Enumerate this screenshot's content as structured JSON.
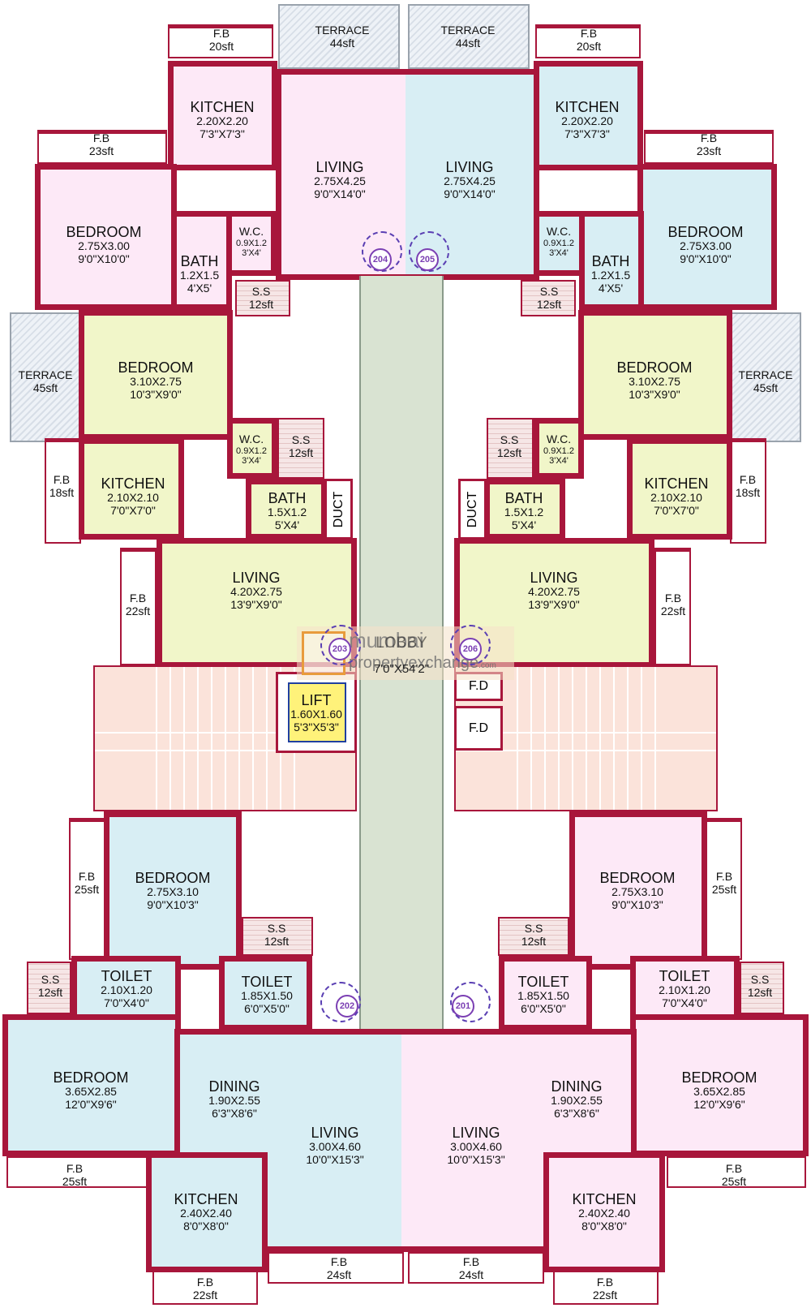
{
  "colors": {
    "wall": "#a8163b",
    "pink": "#fde9f7",
    "blue": "#d8eef4",
    "yellow": "#f1f6c9",
    "lobby": "#d9e3d2",
    "stair": "#fbe3da",
    "lift": "#fff27a",
    "flat_tag": "#7b3fb3"
  },
  "flats": [
    "204",
    "205",
    "203",
    "206",
    "202",
    "201"
  ],
  "rooms": [
    {
      "name": "KITCHEN",
      "dim_m": "2.20X2.20",
      "dim_ft": "7'3\"X7'3\""
    },
    {
      "name": "LIVING",
      "dim_m": "2.75X4.25",
      "dim_ft": "9'0\"X14'0\""
    },
    {
      "name": "BEDROOM",
      "dim_m": "2.75X3.00",
      "dim_ft": "9'0\"X10'0\""
    },
    {
      "name": "BATH",
      "dim_m": "1.2X1.5",
      "dim_ft": "4'X5'"
    },
    {
      "name": "W.C.",
      "dim_m": "0.9X1.2",
      "dim_ft": "3'X4'"
    },
    {
      "name": "KITCHEN",
      "dim_m": "2.20X2.20",
      "dim_ft": "7'3\"X7'3\""
    },
    {
      "name": "LIVING",
      "dim_m": "2.75X4.25",
      "dim_ft": "9'0\"X14'0\""
    },
    {
      "name": "BEDROOM",
      "dim_m": "2.75X3.00",
      "dim_ft": "9'0\"X10'0\""
    },
    {
      "name": "BATH",
      "dim_m": "1.2X1.5",
      "dim_ft": "4'X5'"
    },
    {
      "name": "W.C.",
      "dim_m": "0.9X1.2",
      "dim_ft": "3'X4'"
    },
    {
      "name": "BEDROOM",
      "dim_m": "3.10X2.75",
      "dim_ft": "10'3\"X9'0\""
    },
    {
      "name": "W.C.",
      "dim_m": "0.9X1.2",
      "dim_ft": "3'X4'"
    },
    {
      "name": "KITCHEN",
      "dim_m": "2.10X2.10",
      "dim_ft": "7'0\"X7'0\""
    },
    {
      "name": "BATH",
      "dim_m": "1.5X1.2",
      "dim_ft": "5'X4'"
    },
    {
      "name": "LIVING",
      "dim_m": "4.20X2.75",
      "dim_ft": "13'9\"X9'0\""
    },
    {
      "name": "BEDROOM",
      "dim_m": "3.10X2.75",
      "dim_ft": "10'3\"X9'0\""
    },
    {
      "name": "W.C.",
      "dim_m": "0.9X1.2",
      "dim_ft": "3'X4'"
    },
    {
      "name": "KITCHEN",
      "dim_m": "2.10X2.10",
      "dim_ft": "7'0\"X7'0\""
    },
    {
      "name": "BATH",
      "dim_m": "1.5X1.2",
      "dim_ft": "5'X4'"
    },
    {
      "name": "LIVING",
      "dim_m": "4.20X2.75",
      "dim_ft": "13'9\"X9'0\""
    },
    {
      "name": "BEDROOM",
      "dim_m": "2.75X3.10",
      "dim_ft": "9'0\"X10'3\""
    },
    {
      "name": "TOILET",
      "dim_m": "2.10X1.20",
      "dim_ft": "7'0\"X4'0\""
    },
    {
      "name": "TOILET",
      "dim_m": "1.85X1.50",
      "dim_ft": "6'0\"X5'0\""
    },
    {
      "name": "BEDROOM",
      "dim_m": "3.65X2.85",
      "dim_ft": "12'0\"X9'6\""
    },
    {
      "name": "DINING",
      "dim_m": "1.90X2.55",
      "dim_ft": "6'3\"X8'6\""
    },
    {
      "name": "LIVING",
      "dim_m": "3.00X4.60",
      "dim_ft": "10'0\"X15'3\""
    },
    {
      "name": "KITCHEN",
      "dim_m": "2.40X2.40",
      "dim_ft": "8'0\"X8'0\""
    },
    {
      "name": "BEDROOM",
      "dim_m": "2.75X3.10",
      "dim_ft": "9'0\"X10'3\""
    },
    {
      "name": "TOILET",
      "dim_m": "1.85X1.50",
      "dim_ft": "6'0\"X5'0\""
    },
    {
      "name": "TOILET",
      "dim_m": "2.10X1.20",
      "dim_ft": "7'0\"X4'0\""
    },
    {
      "name": "DINING",
      "dim_m": "1.90X2.55",
      "dim_ft": "6'3\"X8'6\""
    },
    {
      "name": "BEDROOM",
      "dim_m": "3.65X2.85",
      "dim_ft": "12'0\"X9'6\""
    },
    {
      "name": "LIVING",
      "dim_m": "3.00X4.60",
      "dim_ft": "10'0\"X15'3\""
    },
    {
      "name": "KITCHEN",
      "dim_m": "2.40X2.40",
      "dim_ft": "8'0\"X8'0\""
    }
  ],
  "small": [
    {
      "name": "F.B",
      "area": "20sft"
    },
    {
      "name": "TERRACE",
      "area": "44sft"
    },
    {
      "name": "TERRACE",
      "area": "44sft"
    },
    {
      "name": "F.B",
      "area": "20sft"
    },
    {
      "name": "F.B",
      "area": "23sft"
    },
    {
      "name": "F.B",
      "area": "23sft"
    },
    {
      "name": "S.S",
      "area": "12sft"
    },
    {
      "name": "S.S",
      "area": "12sft"
    },
    {
      "name": "TERRACE",
      "area": "45sft"
    },
    {
      "name": "TERRACE",
      "area": "45sft"
    },
    {
      "name": "S.S",
      "area": "12sft"
    },
    {
      "name": "S.S",
      "area": "12sft"
    },
    {
      "name": "F.B",
      "area": "18sft"
    },
    {
      "name": "F.B",
      "area": "18sft"
    },
    {
      "name": "F.B",
      "area": "22sft"
    },
    {
      "name": "F.B",
      "area": "22sft"
    },
    {
      "name": "F.B",
      "area": "25sft"
    },
    {
      "name": "F.B",
      "area": "25sft"
    },
    {
      "name": "S.S",
      "area": "12sft"
    },
    {
      "name": "S.S",
      "area": "12sft"
    },
    {
      "name": "S.S",
      "area": "12sft"
    },
    {
      "name": "S.S",
      "area": "12sft"
    },
    {
      "name": "F.B",
      "area": "25sft"
    },
    {
      "name": "F.B",
      "area": "25sft"
    },
    {
      "name": "F.B",
      "area": "24sft"
    },
    {
      "name": "F.B",
      "area": "24sft"
    },
    {
      "name": "F.B",
      "area": "22sft"
    },
    {
      "name": "F.B",
      "area": "22sft"
    }
  ],
  "core": {
    "lobby_name": "LOBBY",
    "lobby_dim": "7'0\"X54'2\"",
    "lift_name": "LIFT",
    "lift_dim_m": "1.60X1.60",
    "lift_dim_ft": "5'3\"X5'3\"",
    "duct": "DUCT",
    "fd1": "F.D",
    "fd2": "F.D"
  },
  "watermark": {
    "line1": "mumbai",
    "line2": "propertyexchange",
    "suffix": ".com"
  }
}
